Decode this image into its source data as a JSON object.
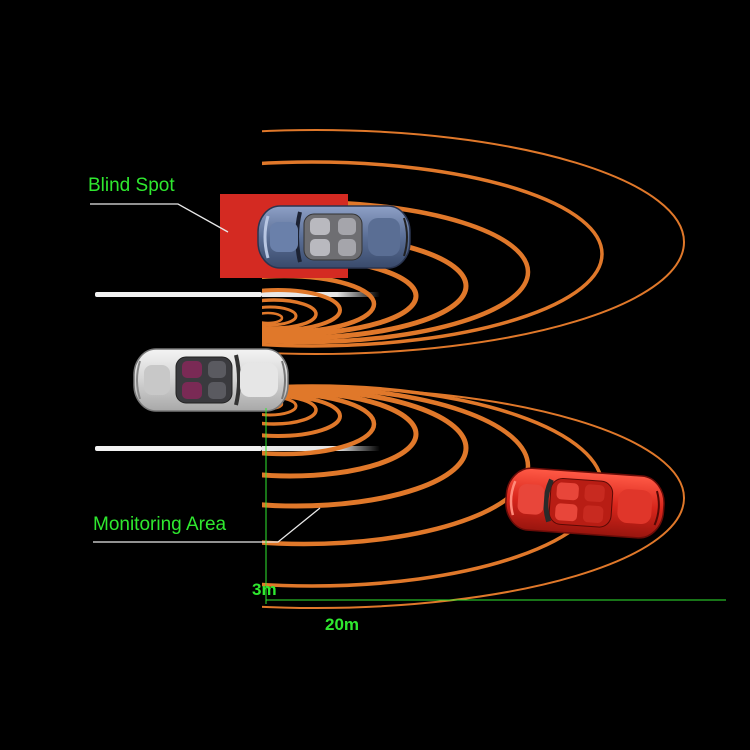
{
  "labels": {
    "blind_spot": "Blind Spot",
    "monitoring_area": "Monitoring Area",
    "width_marker": "3m",
    "length_marker": "20m"
  },
  "colors": {
    "background": "#000000",
    "label_green": "#2fe82f",
    "wave_orange": "#e0782a",
    "blind_spot_zone": "#d42a22",
    "lane_marking": "#ffffff",
    "car_blue": "#5b6f96",
    "car_silver": "#d8d8d8",
    "car_red": "#d8261c"
  },
  "icons": [
    "blue-convertible-car-icon",
    "silver-convertible-car-icon",
    "red-sports-car-icon"
  ]
}
